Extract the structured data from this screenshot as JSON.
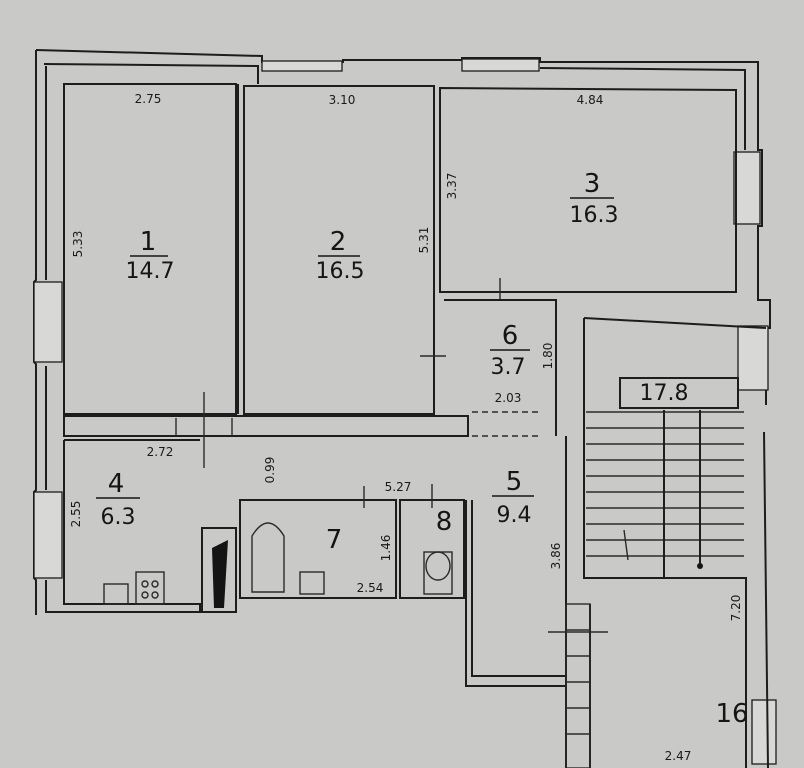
{
  "rooms": [
    {
      "id": "1",
      "number": "1",
      "area": "14.7"
    },
    {
      "id": "2",
      "number": "2",
      "area": "16.5"
    },
    {
      "id": "3",
      "number": "3",
      "area": "16.3"
    },
    {
      "id": "4",
      "number": "4",
      "area": "6.3"
    },
    {
      "id": "5",
      "number": "5",
      "area": "9.4"
    },
    {
      "id": "6",
      "number": "6",
      "area": "3.7"
    },
    {
      "id": "7",
      "number": "7",
      "area": ""
    },
    {
      "id": "8",
      "number": "8",
      "area": ""
    },
    {
      "id": "stair",
      "number": "",
      "area": "17.8"
    },
    {
      "id": "16",
      "number": "16",
      "area": ""
    }
  ],
  "dimensions": {
    "room1_width": "2.75",
    "room1_height": "5.33",
    "room2_width": "3.10",
    "room2_height": "5.31",
    "room3_width": "4.84",
    "room3_height": "3.37",
    "room6_height": "1.80",
    "room6_width": "2.03",
    "room4_width": "2.72",
    "room4_height": "2.55",
    "kitchen_wall": "0.99",
    "corridor_length": "5.27",
    "bath_height": "1.46",
    "bath_width": "2.54",
    "room5_height": "3.86",
    "stair_height": "7.20",
    "stair_width": "2.47"
  }
}
